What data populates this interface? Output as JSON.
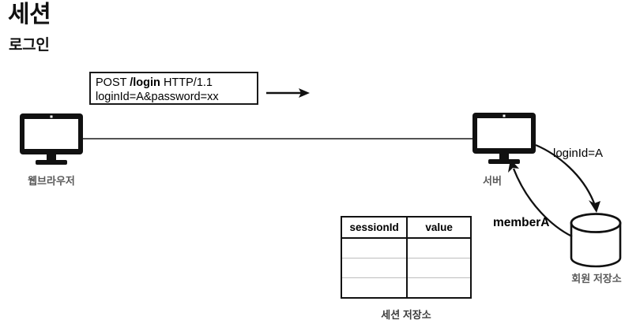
{
  "page": {
    "title": "세션",
    "subtitle": "로그인",
    "background": "#ffffff"
  },
  "request_box": {
    "line1_prefix": "POST ",
    "line1_bold": "/login",
    "line1_suffix": " HTTP/1.1",
    "line2": "loginId=A&password=xx"
  },
  "nodes": {
    "browser": {
      "label": "웹브라우저",
      "icon": "monitor-icon"
    },
    "server": {
      "label": "서버",
      "icon": "monitor-icon"
    },
    "database": {
      "label": "회원 저장소",
      "icon": "database-cylinder-icon"
    }
  },
  "edges": {
    "request_arrow": {
      "icon": "arrow-right-icon"
    },
    "login_id": {
      "label": "loginId=A"
    },
    "member_a": {
      "label": "memberA"
    }
  },
  "session_store": {
    "caption": "세션 저장소",
    "columns": [
      "sessionId",
      "value"
    ],
    "rows": [
      [
        "",
        ""
      ],
      [
        "",
        ""
      ],
      [
        "",
        ""
      ]
    ]
  },
  "colors": {
    "stroke": "#111111",
    "label_gray": "#5a5a5a",
    "table_inner_line": "#bdbdbd"
  }
}
